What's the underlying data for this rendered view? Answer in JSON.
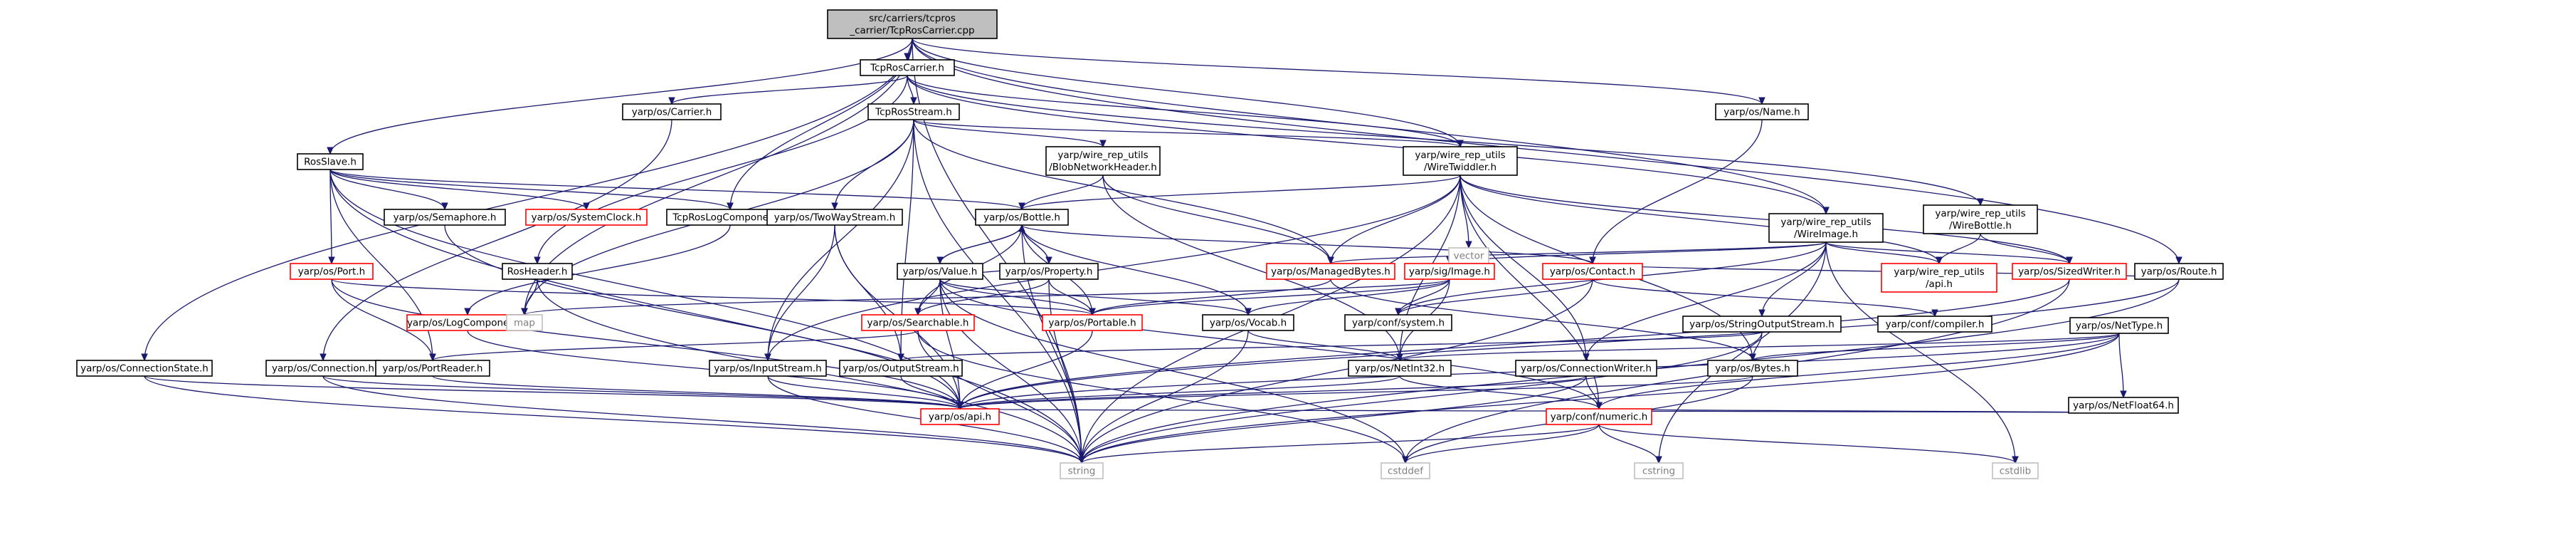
{
  "colors": {
    "root_fill": "#bfbfbf",
    "node_fill": "#ffffff",
    "border_black": "#000000",
    "border_red": "#ff0000",
    "border_grey": "#bfbfbf",
    "text_black": "#000000",
    "text_grey": "#7f7f7f",
    "edge": "#191970"
  },
  "nodes": [
    {
      "id": "root",
      "lines": [
        "src/carriers/tcpros",
        "_carrier/TcpRosCarrier.cpp"
      ],
      "style": "root"
    },
    {
      "id": "tcpcarrier_h",
      "lines": [
        "TcpRosCarrier.h"
      ],
      "style": "black"
    },
    {
      "id": "carrier_h",
      "lines": [
        "yarp/os/Carrier.h"
      ],
      "style": "black"
    },
    {
      "id": "tcpstream_h",
      "lines": [
        "TcpRosStream.h"
      ],
      "style": "black"
    },
    {
      "id": "name_h",
      "lines": [
        "yarp/os/Name.h"
      ],
      "style": "black"
    },
    {
      "id": "rosslave_h",
      "lines": [
        "RosSlave.h"
      ],
      "style": "black"
    },
    {
      "id": "semaphore_h",
      "lines": [
        "yarp/os/Semaphore.h"
      ],
      "style": "black"
    },
    {
      "id": "systemclock_h",
      "lines": [
        "yarp/os/SystemClock.h"
      ],
      "style": "red"
    },
    {
      "id": "tcproslog_h",
      "lines": [
        "TcpRosLogComponent.h"
      ],
      "style": "black"
    },
    {
      "id": "blobnet_h",
      "lines": [
        "yarp/wire_rep_utils",
        "/BlobNetworkHeader.h"
      ],
      "style": "black"
    },
    {
      "id": "twiddler_h",
      "lines": [
        "yarp/wire_rep_utils",
        "/WireTwiddler.h"
      ],
      "style": "black"
    },
    {
      "id": "wirebottle_h",
      "lines": [
        "yarp/wire_rep_utils",
        "/WireBottle.h"
      ],
      "style": "black"
    },
    {
      "id": "wireimage_h",
      "lines": [
        "yarp/wire_rep_utils",
        "/WireImage.h"
      ],
      "style": "black"
    },
    {
      "id": "twoway_h",
      "lines": [
        "yarp/os/TwoWayStream.h"
      ],
      "style": "black"
    },
    {
      "id": "bottle_h",
      "lines": [
        "yarp/os/Bottle.h"
      ],
      "style": "black"
    },
    {
      "id": "vector",
      "lines": [
        "vector"
      ],
      "style": "grey"
    },
    {
      "id": "route_h",
      "lines": [
        "yarp/os/Route.h"
      ],
      "style": "black"
    },
    {
      "id": "port_h",
      "lines": [
        "yarp/os/Port.h"
      ],
      "style": "red"
    },
    {
      "id": "rosheader_h",
      "lines": [
        "RosHeader.h"
      ],
      "style": "black"
    },
    {
      "id": "value_h",
      "lines": [
        "yarp/os/Value.h"
      ],
      "style": "black"
    },
    {
      "id": "property_h",
      "lines": [
        "yarp/os/Property.h"
      ],
      "style": "black"
    },
    {
      "id": "managedbytes_h",
      "lines": [
        "yarp/os/ManagedBytes.h"
      ],
      "style": "red"
    },
    {
      "id": "contact_h",
      "lines": [
        "yarp/os/Contact.h"
      ],
      "style": "red"
    },
    {
      "id": "image_h",
      "lines": [
        "yarp/sig/Image.h"
      ],
      "style": "red"
    },
    {
      "id": "wireapi_h",
      "lines": [
        "yarp/wire_rep_utils",
        "/api.h"
      ],
      "style": "red"
    },
    {
      "id": "sizedwriter_h",
      "lines": [
        "yarp/os/SizedWriter.h"
      ],
      "style": "red"
    },
    {
      "id": "logcomponent_h",
      "lines": [
        "yarp/os/LogComponent.h"
      ],
      "style": "red"
    },
    {
      "id": "map",
      "lines": [
        "map"
      ],
      "style": "grey"
    },
    {
      "id": "searchable_h",
      "lines": [
        "yarp/os/Searchable.h"
      ],
      "style": "red"
    },
    {
      "id": "portable_h",
      "lines": [
        "yarp/os/Portable.h"
      ],
      "style": "red"
    },
    {
      "id": "vocab_h",
      "lines": [
        "yarp/os/Vocab.h"
      ],
      "style": "black"
    },
    {
      "id": "system_h",
      "lines": [
        "yarp/conf/system.h"
      ],
      "style": "black"
    },
    {
      "id": "stringout_h",
      "lines": [
        "yarp/os/StringOutputStream.h"
      ],
      "style": "black"
    },
    {
      "id": "compiler_h",
      "lines": [
        "yarp/conf/compiler.h"
      ],
      "style": "black"
    },
    {
      "id": "nettype_h",
      "lines": [
        "yarp/os/NetType.h"
      ],
      "style": "black"
    },
    {
      "id": "connstate_h",
      "lines": [
        "yarp/os/ConnectionState.h"
      ],
      "style": "black"
    },
    {
      "id": "connection_h",
      "lines": [
        "yarp/os/Connection.h"
      ],
      "style": "black"
    },
    {
      "id": "portreader_h",
      "lines": [
        "yarp/os/PortReader.h"
      ],
      "style": "black"
    },
    {
      "id": "inputstream_h",
      "lines": [
        "yarp/os/InputStream.h"
      ],
      "style": "black"
    },
    {
      "id": "outputstream_h",
      "lines": [
        "yarp/os/OutputStream.h"
      ],
      "style": "black"
    },
    {
      "id": "netint32_h",
      "lines": [
        "yarp/os/NetInt32.h"
      ],
      "style": "black"
    },
    {
      "id": "connwriter_h",
      "lines": [
        "yarp/os/ConnectionWriter.h"
      ],
      "style": "black"
    },
    {
      "id": "bytes_h",
      "lines": [
        "yarp/os/Bytes.h"
      ],
      "style": "black"
    },
    {
      "id": "netfloat64_h",
      "lines": [
        "yarp/os/NetFloat64.h"
      ],
      "style": "black"
    },
    {
      "id": "api_h",
      "lines": [
        "yarp/os/api.h"
      ],
      "style": "red"
    },
    {
      "id": "numeric_h",
      "lines": [
        "yarp/conf/numeric.h"
      ],
      "style": "red"
    },
    {
      "id": "string",
      "lines": [
        "string"
      ],
      "style": "grey"
    },
    {
      "id": "cstddef",
      "lines": [
        "cstddef"
      ],
      "style": "grey"
    },
    {
      "id": "cstring",
      "lines": [
        "cstring"
      ],
      "style": "grey"
    },
    {
      "id": "cstdlib",
      "lines": [
        "cstdlib"
      ],
      "style": "grey"
    }
  ],
  "edges": [
    [
      "root",
      "tcpcarrier_h"
    ],
    [
      "root",
      "name_h"
    ],
    [
      "root",
      "rosslave_h"
    ],
    [
      "root",
      "tcproslog_h"
    ],
    [
      "root",
      "twiddler_h"
    ],
    [
      "root",
      "wireimage_h"
    ],
    [
      "root",
      "route_h"
    ],
    [
      "root",
      "connstate_h"
    ],
    [
      "root",
      "map"
    ],
    [
      "root",
      "string"
    ],
    [
      "tcpcarrier_h",
      "carrier_h"
    ],
    [
      "tcpcarrier_h",
      "tcpstream_h"
    ],
    [
      "tcpcarrier_h",
      "twiddler_h"
    ],
    [
      "tcpcarrier_h",
      "wirebottle_h"
    ],
    [
      "tcpcarrier_h",
      "wireimage_h"
    ],
    [
      "tcpcarrier_h",
      "rosheader_h"
    ],
    [
      "carrier_h",
      "connection_h"
    ],
    [
      "tcpstream_h",
      "blobnet_h"
    ],
    [
      "tcpstream_h",
      "twiddler_h"
    ],
    [
      "tcpstream_h",
      "twoway_h"
    ],
    [
      "tcpstream_h",
      "managedbytes_h"
    ],
    [
      "tcpstream_h",
      "inputstream_h"
    ],
    [
      "tcpstream_h",
      "outputstream_h"
    ],
    [
      "tcpstream_h",
      "map"
    ],
    [
      "tcpstream_h",
      "string"
    ],
    [
      "name_h",
      "contact_h"
    ],
    [
      "rosslave_h",
      "semaphore_h"
    ],
    [
      "rosslave_h",
      "systemclock_h"
    ],
    [
      "rosslave_h",
      "tcproslog_h"
    ],
    [
      "rosslave_h",
      "port_h"
    ],
    [
      "rosslave_h",
      "bottle_h"
    ],
    [
      "rosslave_h",
      "portreader_h"
    ],
    [
      "rosslave_h",
      "api_h"
    ],
    [
      "rosslave_h",
      "string"
    ],
    [
      "semaphore_h",
      "api_h"
    ],
    [
      "tcproslog_h",
      "logcomponent_h"
    ],
    [
      "blobnet_h",
      "bottle_h"
    ],
    [
      "blobnet_h",
      "managedbytes_h"
    ],
    [
      "blobnet_h",
      "netint32_h"
    ],
    [
      "twiddler_h",
      "bottle_h"
    ],
    [
      "twiddler_h",
      "vector"
    ],
    [
      "twiddler_h",
      "managedbytes_h"
    ],
    [
      "twiddler_h",
      "wireapi_h"
    ],
    [
      "twiddler_h",
      "sizedwriter_h"
    ],
    [
      "twiddler_h",
      "netint32_h"
    ],
    [
      "twiddler_h",
      "connwriter_h"
    ],
    [
      "twiddler_h",
      "numeric_h"
    ],
    [
      "twiddler_h",
      "inputstream_h"
    ],
    [
      "twiddler_h",
      "bytes_h"
    ],
    [
      "twiddler_h",
      "string"
    ],
    [
      "wirebottle_h",
      "wireapi_h"
    ],
    [
      "wirebottle_h",
      "sizedwriter_h"
    ],
    [
      "wireimage_h",
      "image_h"
    ],
    [
      "wireimage_h",
      "managedbytes_h"
    ],
    [
      "wireimage_h",
      "wireapi_h"
    ],
    [
      "wireimage_h",
      "sizedwriter_h"
    ],
    [
      "wireimage_h",
      "stringout_h"
    ],
    [
      "wireimage_h",
      "connwriter_h"
    ],
    [
      "wireimage_h",
      "system_h"
    ],
    [
      "wireimage_h",
      "cstring"
    ],
    [
      "wireimage_h",
      "cstdlib"
    ],
    [
      "twoway_h",
      "inputstream_h"
    ],
    [
      "twoway_h",
      "outputstream_h"
    ],
    [
      "twoway_h",
      "api_h"
    ],
    [
      "bottle_h",
      "value_h"
    ],
    [
      "bottle_h",
      "property_h"
    ],
    [
      "bottle_h",
      "searchable_h"
    ],
    [
      "bottle_h",
      "portable_h"
    ],
    [
      "bottle_h",
      "vocab_h"
    ],
    [
      "bottle_h",
      "contact_h"
    ],
    [
      "bottle_h",
      "string"
    ],
    [
      "value_h",
      "bottle_h"
    ],
    [
      "value_h",
      "property_h"
    ],
    [
      "value_h",
      "searchable_h"
    ],
    [
      "value_h",
      "portable_h"
    ],
    [
      "value_h",
      "vocab_h"
    ],
    [
      "value_h",
      "api_h"
    ],
    [
      "value_h",
      "numeric_h"
    ],
    [
      "value_h",
      "cstddef"
    ],
    [
      "value_h",
      "string"
    ],
    [
      "property_h",
      "bottle_h"
    ],
    [
      "property_h",
      "searchable_h"
    ],
    [
      "property_h",
      "portable_h"
    ],
    [
      "property_h",
      "string"
    ],
    [
      "route_h",
      "contact_h"
    ],
    [
      "route_h",
      "api_h"
    ],
    [
      "route_h",
      "string"
    ],
    [
      "port_h",
      "portable_h"
    ],
    [
      "port_h",
      "portreader_h"
    ],
    [
      "port_h",
      "api_h"
    ],
    [
      "rosheader_h",
      "map"
    ],
    [
      "rosheader_h",
      "string"
    ],
    [
      "managedbytes_h",
      "portable_h"
    ],
    [
      "managedbytes_h",
      "bytes_h"
    ],
    [
      "contact_h",
      "system_h"
    ],
    [
      "contact_h",
      "compiler_h"
    ],
    [
      "contact_h",
      "string"
    ],
    [
      "image_h",
      "system_h"
    ],
    [
      "image_h",
      "portable_h"
    ],
    [
      "image_h",
      "vocab_h"
    ],
    [
      "image_h",
      "netint32_h"
    ],
    [
      "image_h",
      "map"
    ],
    [
      "sizedwriter_h",
      "api_h"
    ],
    [
      "sizedwriter_h",
      "cstddef"
    ],
    [
      "logcomponent_h",
      "api_h"
    ],
    [
      "searchable_h",
      "portreader_h"
    ],
    [
      "searchable_h",
      "string"
    ],
    [
      "searchable_h",
      "cstddef"
    ],
    [
      "portable_h",
      "api_h"
    ],
    [
      "vocab_h",
      "netint32_h"
    ],
    [
      "vocab_h",
      "string"
    ],
    [
      "stringout_h",
      "outputstream_h"
    ],
    [
      "stringout_h",
      "bytes_h"
    ],
    [
      "stringout_h",
      "string"
    ],
    [
      "nettype_h",
      "netint32_h"
    ],
    [
      "nettype_h",
      "netfloat64_h"
    ],
    [
      "nettype_h",
      "bytes_h"
    ],
    [
      "nettype_h",
      "numeric_h"
    ],
    [
      "nettype_h",
      "api_h"
    ],
    [
      "nettype_h",
      "string"
    ],
    [
      "connstate_h",
      "api_h"
    ],
    [
      "connstate_h",
      "string"
    ],
    [
      "connection_h",
      "api_h"
    ],
    [
      "connection_h",
      "string"
    ],
    [
      "portreader_h",
      "api_h"
    ],
    [
      "inputstream_h",
      "api_h"
    ],
    [
      "inputstream_h",
      "string"
    ],
    [
      "outputstream_h",
      "api_h"
    ],
    [
      "netint32_h",
      "numeric_h"
    ],
    [
      "netint32_h",
      "api_h"
    ],
    [
      "connwriter_h",
      "api_h"
    ],
    [
      "connwriter_h",
      "numeric_h"
    ],
    [
      "connwriter_h",
      "string"
    ],
    [
      "bytes_h",
      "api_h"
    ],
    [
      "bytes_h",
      "cstddef"
    ],
    [
      "netfloat64_h",
      "numeric_h"
    ],
    [
      "netfloat64_h",
      "api_h"
    ],
    [
      "numeric_h",
      "cstring"
    ],
    [
      "numeric_h",
      "cstdlib"
    ],
    [
      "numeric_h",
      "cstddef"
    ],
    [
      "numeric_h",
      "string"
    ]
  ]
}
